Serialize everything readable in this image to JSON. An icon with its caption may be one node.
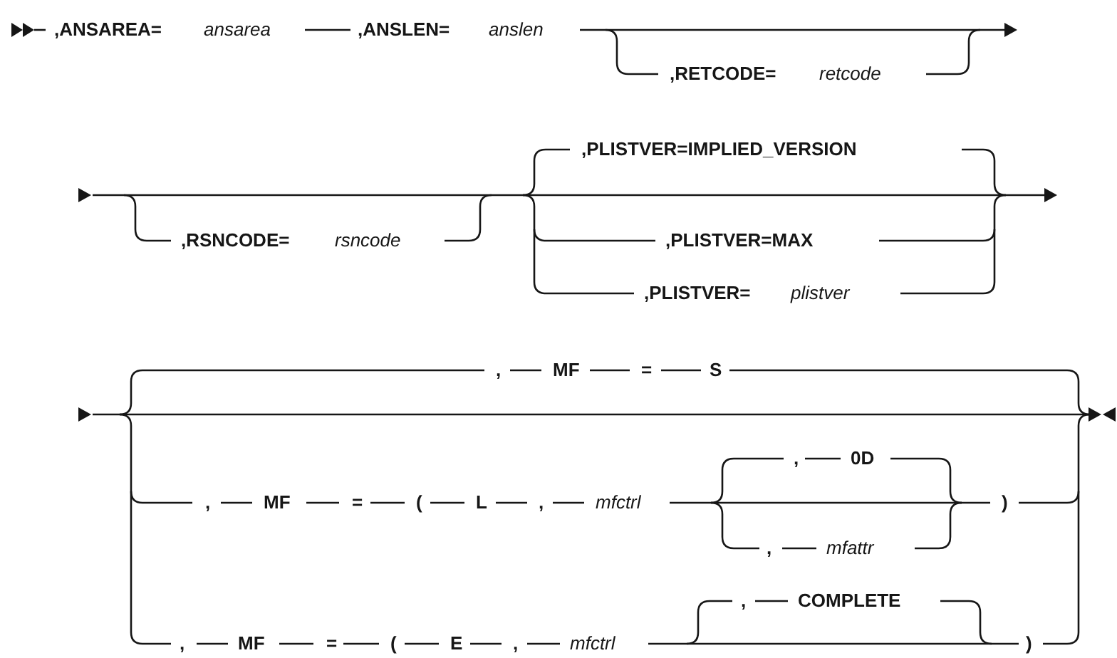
{
  "diagram": {
    "labels": [
      ",ANSAREA=",
      "ansarea",
      ",ANSLEN=",
      "anslen",
      ",RETCODE=",
      "retcode",
      ",PLISTVER=IMPLIED_VERSION",
      ",RSNCODE=",
      "rsncode",
      ",PLISTVER=MAX",
      ",PLISTVER=",
      "plistver",
      ",",
      "MF",
      "=",
      "S",
      ",",
      "0D",
      ",",
      "MF",
      "=",
      "(",
      "L",
      ",",
      "mfctrl",
      ")",
      ",",
      "mfattr",
      ",",
      "COMPLETE",
      ",",
      "MF",
      "=",
      "(",
      "E",
      ",",
      "mfctrl",
      ")"
    ]
  }
}
